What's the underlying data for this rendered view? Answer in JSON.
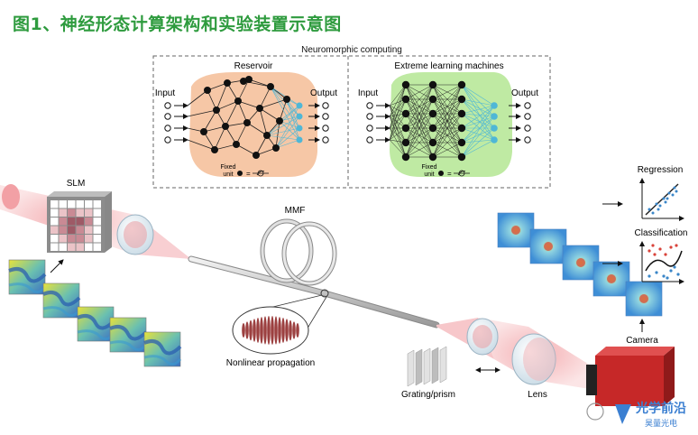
{
  "header": {
    "title": "图1、神经形态计算架构和实验装置示意图"
  },
  "neuromorphic": {
    "label": "Neuromorphic computing",
    "reservoir": {
      "title": "Reservoir",
      "input_label": "Input",
      "output_label": "Output",
      "fixed_unit_label": "Fixed\nunit",
      "fixed_unit_line1": "Fixed",
      "fixed_unit_line2": "unit"
    },
    "elm": {
      "title": "Extreme learning machines",
      "input_label": "Input",
      "output_label": "Output",
      "fixed_unit_line1": "Fixed",
      "fixed_unit_line2": "unit"
    }
  },
  "setup": {
    "slm_label": "SLM",
    "mmf_label": "MMF",
    "nonlinear_label": "Nonlinear propagation",
    "grating_label": "Grating/prism",
    "lens_label": "Lens",
    "camera_label": "Camera",
    "regression_label": "Regression",
    "classification_label": "Classification"
  },
  "watermark": {
    "text": "光学前沿",
    "subtext": "昊量光电"
  },
  "colors": {
    "title_green": "#2e9b3e",
    "reservoir_bg": "#f6c7a6",
    "elm_bg": "#bfeaa3",
    "output_cyan": "#4fb7d6",
    "laser_red": "#e8868b",
    "camera_red": "#c62828"
  }
}
